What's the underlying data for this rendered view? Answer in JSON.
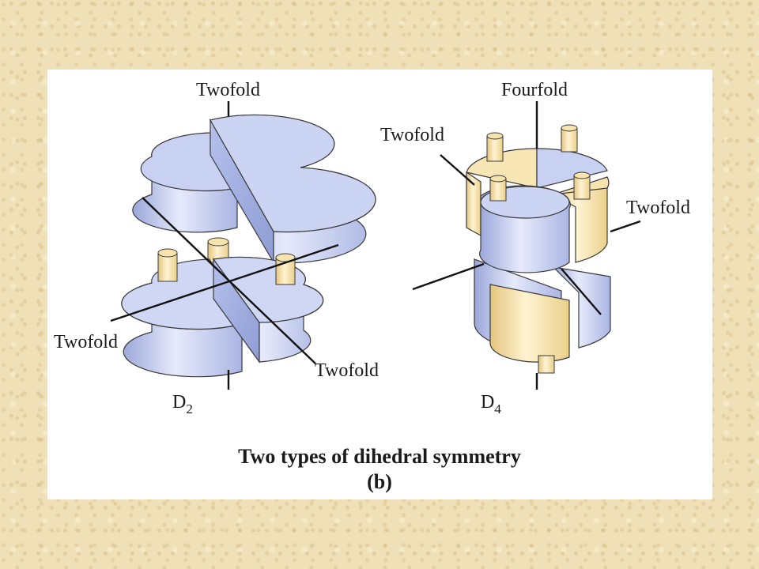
{
  "figure": {
    "d2": {
      "axis_top": "Twofold",
      "axis_left": "Twofold",
      "axis_right": "Twofold",
      "name_main": "D",
      "name_sub": "2"
    },
    "d4": {
      "axis_top": "Fourfold",
      "axis_left": "Twofold",
      "axis_right": "Twofold",
      "name_main": "D",
      "name_sub": "4"
    },
    "caption": "Two types of dihedral symmetry",
    "panel": "(b)"
  },
  "colors": {
    "subunit_blue": "#c6cff0",
    "subunit_blue_side": "#a7b3e2",
    "subunit_cream": "#f7e3ae",
    "subunit_cream_side": "#ead08a",
    "outline": "#3a3a3a"
  }
}
